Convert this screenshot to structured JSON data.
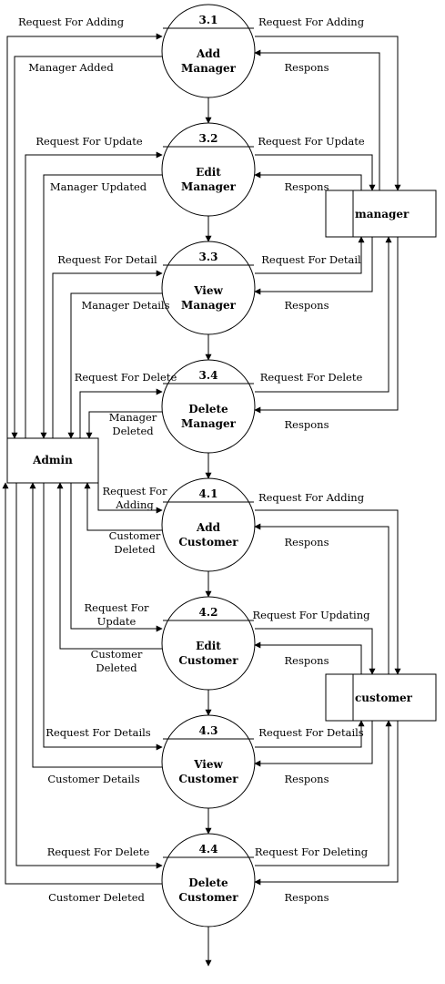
{
  "admin": "Admin",
  "stores": {
    "manager": "manager",
    "customer": "customer"
  },
  "processes": [
    {
      "num": "3.1",
      "l1": "Add",
      "l2": "Manager"
    },
    {
      "num": "3.2",
      "l1": "Edit",
      "l2": "Manager"
    },
    {
      "num": "3.3",
      "l1": "View",
      "l2": "Manager"
    },
    {
      "num": "3.4",
      "l1": "Delete",
      "l2": "Manager"
    },
    {
      "num": "4.1",
      "l1": "Add",
      "l2": "Customer"
    },
    {
      "num": "4.2",
      "l1": "Edit",
      "l2": "Customer"
    },
    {
      "num": "4.3",
      "l1": "View",
      "l2": "Customer"
    },
    {
      "num": "4.4",
      "l1": "Delete",
      "l2": "Customer"
    }
  ],
  "left_labels": [
    [
      "Request For Adding"
    ],
    [
      "Manager Added"
    ],
    [
      "Request For Update"
    ],
    [
      "Manager Updated"
    ],
    [
      "Request For Detail"
    ],
    [
      "Manager Details"
    ],
    [
      "Request For Delete"
    ],
    [
      "Manager",
      "Deleted"
    ],
    [
      "Request For",
      "Adding"
    ],
    [
      "Customer",
      "Deleted"
    ],
    [
      "Request For",
      "Update"
    ],
    [
      "Customer",
      "Deleted"
    ],
    [
      "Request For Details"
    ],
    [
      "Customer Details"
    ],
    [
      "Request For Delete"
    ],
    [
      "Customer Deleted"
    ]
  ],
  "right_labels": [
    "Request For Adding",
    "Respons",
    "Request For Update",
    "Respons",
    "Request For Detail",
    "Respons",
    "Request For Delete",
    "Respons",
    "Request For Adding",
    "Respons",
    "Request For Updating",
    "Respons",
    "Request For Details",
    "Respons",
    "Request For Deleting",
    "Respons"
  ]
}
